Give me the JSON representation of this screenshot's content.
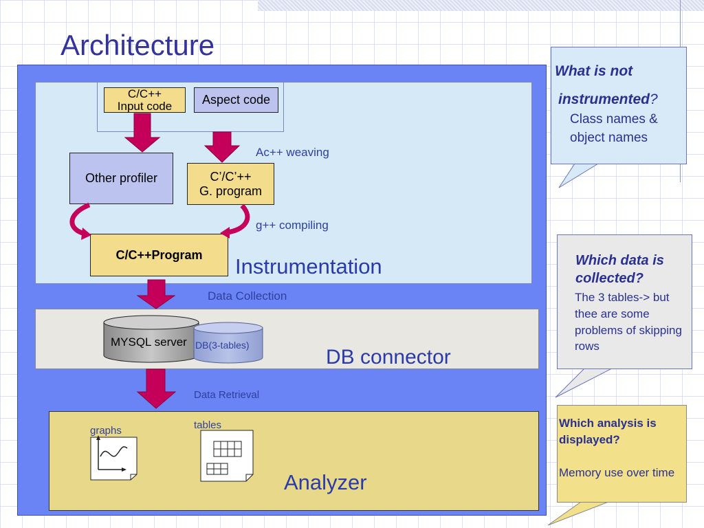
{
  "title": "Architecture",
  "instrumentation": {
    "input_code": "C/C++\nInput code",
    "aspect_code": "Aspect code",
    "other_profiler": "Other profiler",
    "g_program": "C’/C’++\nG. program",
    "program": "C/C++Program",
    "weaving": "Ac++ weaving",
    "compiling": "g++ compiling",
    "section_label": "Instrumentation"
  },
  "flow": {
    "data_collection": "Data Collection",
    "data_retrieval": "Data Retrieval"
  },
  "db": {
    "mysql": "MYSQL server",
    "tables": "DB(3-tables)",
    "section_label": "DB connector"
  },
  "analyzer": {
    "graphs": "graphs",
    "tables": "tables",
    "section_label": "Analyzer"
  },
  "callouts": {
    "instrumented": {
      "heading_1": "What is not",
      "heading_2": "instrumented",
      "heading_mark": "?",
      "body": "Class names & object names"
    },
    "collected": {
      "heading": "Which data is collected?",
      "body": "The 3 tables-> but thee are some problems of skipping rows"
    },
    "displayed": {
      "heading": "Which analysis is displayed?",
      "body": "Memory use over time"
    }
  },
  "colors": {
    "main_bg": "#6b84f5",
    "arrow": "#c4005a",
    "title": "#333399"
  }
}
